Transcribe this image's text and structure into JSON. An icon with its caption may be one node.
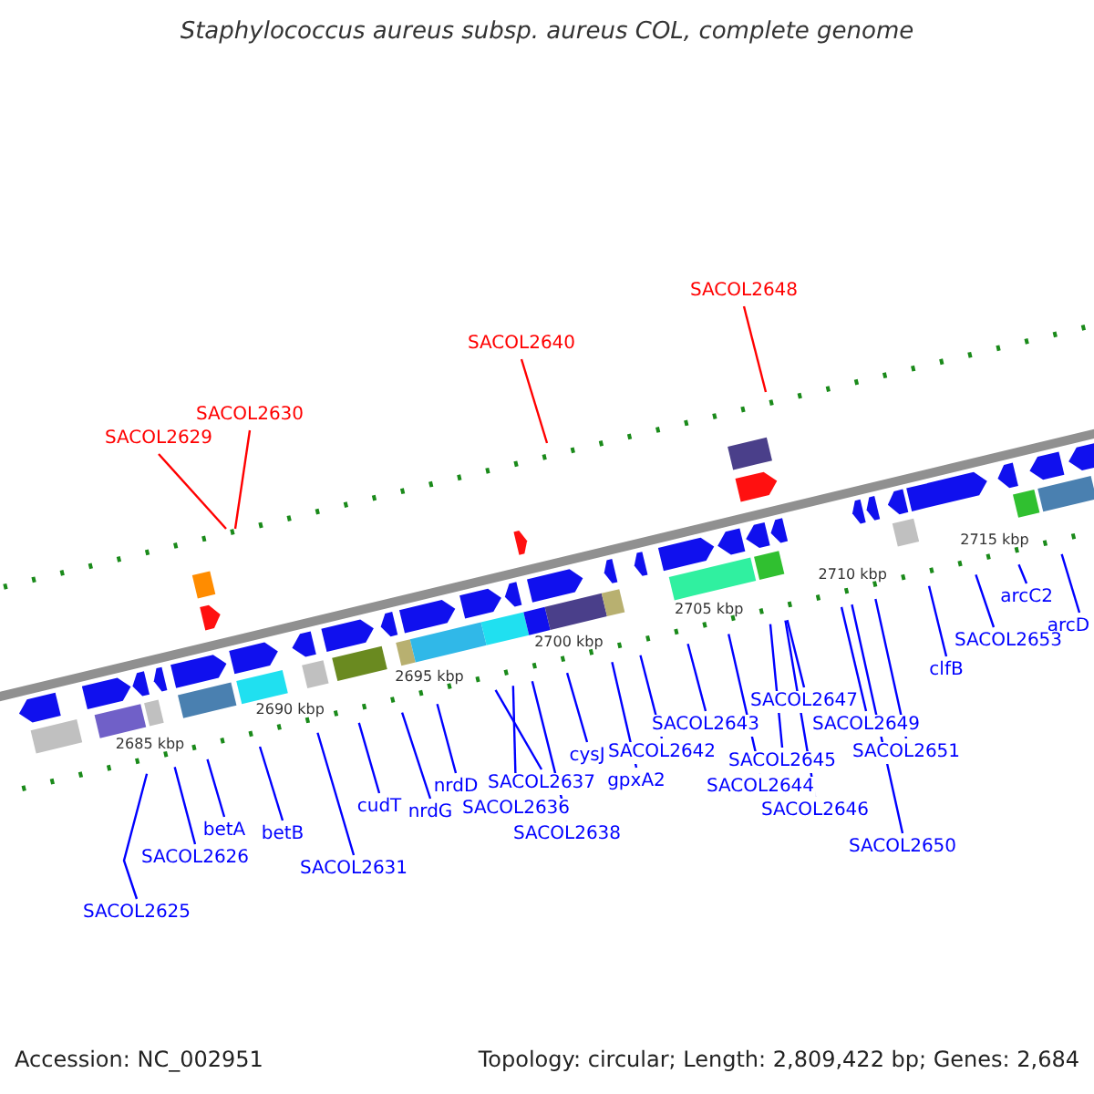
{
  "diagram": {
    "title": "Staphylococcus aureus subsp. aureus COL, complete genome",
    "nodes": [
      {
        "text": [
          "SACOL2648"
        ]
      },
      {
        "text": [
          "SACOL2640"
        ]
      },
      {
        "text": [
          "SACOL2630"
        ]
      },
      {
        "text": [
          "SACOL2629"
        ]
      },
      {
        "text": [
          "arcC2"
        ]
      },
      {
        "text": [
          "arcD"
        ]
      },
      {
        "text": [
          "SACOL2653"
        ]
      },
      {
        "text": [
          "clfB"
        ]
      },
      {
        "text": [
          "SACOL2647"
        ]
      },
      {
        "text": [
          "SACOL2643"
        ]
      },
      {
        "text": [
          "SACOL2649"
        ]
      },
      {
        "text": [
          "SACOL2642"
        ]
      },
      {
        "text": [
          "SACOL2651"
        ]
      },
      {
        "text": [
          "cysJ"
        ]
      },
      {
        "text": [
          "SACOL2645"
        ]
      },
      {
        "text": [
          "gpxA2"
        ]
      },
      {
        "text": [
          "SACOL2637"
        ]
      },
      {
        "text": [
          "nrdD"
        ]
      },
      {
        "text": [
          "SACOL2644"
        ]
      },
      {
        "text": [
          "cudT"
        ]
      },
      {
        "text": [
          "SACOL2636"
        ]
      },
      {
        "text": [
          "SACOL2646"
        ]
      },
      {
        "text": [
          "nrdG"
        ]
      },
      {
        "text": [
          "betA"
        ]
      },
      {
        "text": [
          "SACOL2638"
        ]
      },
      {
        "text": [
          "betB"
        ]
      },
      {
        "text": [
          "SACOL2650"
        ]
      },
      {
        "text": [
          "SACOL2626"
        ]
      },
      {
        "text": [
          "SACOL2631"
        ]
      },
      {
        "text": [
          "SACOL2625"
        ]
      }
    ],
    "edges": [
      {
        "from": 0,
        "to": null,
        "arrow": "none",
        "color": "#ff0000"
      },
      {
        "from": 1,
        "to": null,
        "arrow": "none",
        "color": "#ff0000"
      },
      {
        "from": 2,
        "to": null,
        "arrow": "none",
        "color": "#ff0000"
      },
      {
        "from": 3,
        "to": null,
        "arrow": "none",
        "color": "#ff0000"
      },
      {
        "from": 4,
        "to": null,
        "arrow": "none"
      },
      {
        "from": 5,
        "to": null,
        "arrow": "none"
      },
      {
        "from": 6,
        "to": null,
        "arrow": "none"
      },
      {
        "from": 7,
        "to": null,
        "arrow": "none"
      },
      {
        "from": 8,
        "to": null,
        "arrow": "none"
      },
      {
        "from": 9,
        "to": null,
        "arrow": "none"
      },
      {
        "from": 10,
        "to": null,
        "arrow": "none"
      },
      {
        "from": 11,
        "to": null,
        "arrow": "none"
      },
      {
        "from": 12,
        "to": null,
        "arrow": "none"
      },
      {
        "from": 13,
        "to": null,
        "arrow": "none"
      },
      {
        "from": 14,
        "to": null,
        "arrow": "none"
      },
      {
        "from": 15,
        "to": null,
        "arrow": "none"
      },
      {
        "from": 16,
        "to": null,
        "arrow": "none"
      },
      {
        "from": 17,
        "to": null,
        "arrow": "none"
      },
      {
        "from": 18,
        "to": null,
        "arrow": "none"
      },
      {
        "from": 19,
        "to": null,
        "arrow": "none"
      },
      {
        "from": 20,
        "to": null,
        "arrow": "none"
      },
      {
        "from": 21,
        "to": null,
        "arrow": "none"
      },
      {
        "from": 22,
        "to": null,
        "arrow": "none"
      },
      {
        "from": 23,
        "to": null,
        "arrow": "none"
      },
      {
        "from": 24,
        "to": null,
        "arrow": "none"
      },
      {
        "from": 25,
        "to": null,
        "arrow": "none"
      },
      {
        "from": 26,
        "to": null,
        "arrow": "none"
      },
      {
        "from": 27,
        "to": null,
        "arrow": "none"
      },
      {
        "from": 28,
        "to": null,
        "arrow": "none"
      },
      {
        "from": 29,
        "to": null,
        "arrow": "none"
      }
    ],
    "labels": [
      "2715 kbp",
      "2710 kbp",
      "2705 kbp",
      "2700 kbp",
      "2695 kbp",
      "2690 kbp",
      "2685 kbp",
      "Accession: NC_002951",
      "Topology: circular; Length: 2,809,422 bp; Genes: 2,684"
    ]
  }
}
